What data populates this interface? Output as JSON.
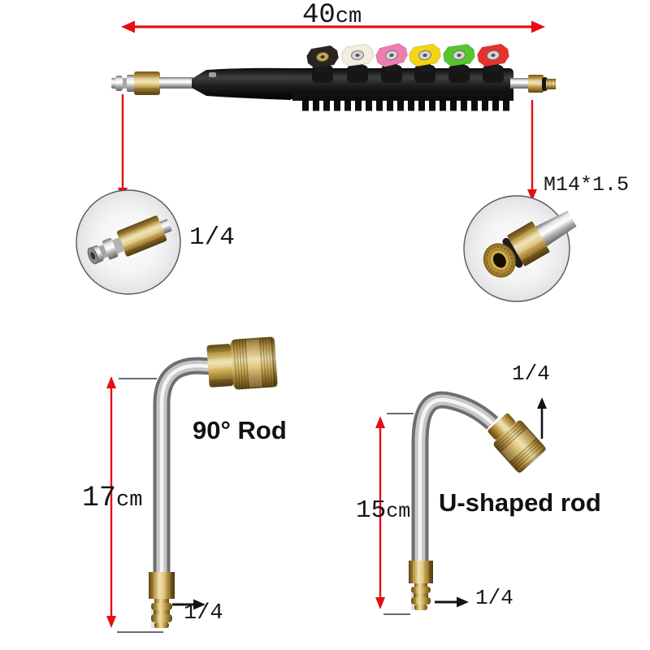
{
  "colors": {
    "accent_red": "#e60e13",
    "brass": "#c9a54b",
    "chrome": "#c7c7c7",
    "body_black": "#181818"
  },
  "wand": {
    "length_value": "40",
    "length_unit": "cm",
    "left_connector_label": "1/4",
    "right_connector_label": "M14*1.5",
    "nozzles": [
      {
        "name": "black",
        "color": "#2b2522",
        "center_color": "#c9a54b"
      },
      {
        "name": "white",
        "color": "#f2eedd",
        "center_color": "#d6d6d6"
      },
      {
        "name": "pink",
        "color": "#f07cb0",
        "center_color": "#d6d6d6"
      },
      {
        "name": "yellow",
        "color": "#f4d513",
        "center_color": "#d6d6d6"
      },
      {
        "name": "green",
        "color": "#56c52d",
        "center_color": "#d6d6d6"
      },
      {
        "name": "red",
        "color": "#e5322b",
        "center_color": "#d6d6d6"
      }
    ]
  },
  "rod_90": {
    "title": "90° Rod",
    "length_value": "17",
    "length_unit": "cm",
    "connector_label": "1/4"
  },
  "rod_u": {
    "title": "U-shaped rod",
    "length_value": "15",
    "length_unit": "cm",
    "top_connector_label": "1/4",
    "bottom_connector_label": "1/4"
  }
}
